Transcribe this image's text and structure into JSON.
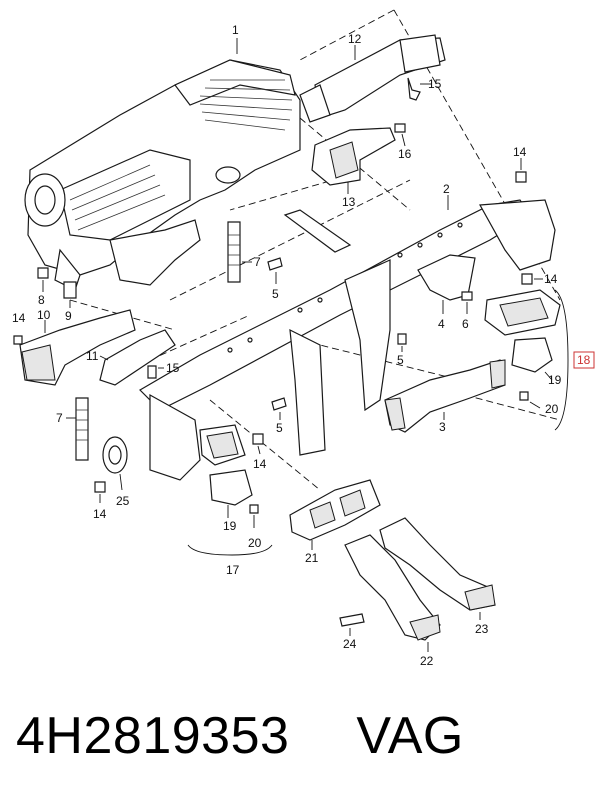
{
  "callouts": {
    "c1": "1",
    "c2": "2",
    "c3": "3",
    "c4": "4",
    "c5a": "5",
    "c5b": "5",
    "c5c": "5",
    "c6": "6",
    "c7a": "7",
    "c7b": "7",
    "c8": "8",
    "c9": "9",
    "c10": "10",
    "c11": "11",
    "c12": "12",
    "c13": "13",
    "c14a": "14",
    "c14b": "14",
    "c14c": "14",
    "c14d": "14",
    "c14e": "14",
    "c15a": "15",
    "c15b": "15",
    "c16": "16",
    "c17": "17",
    "c18": "18",
    "c19a": "19",
    "c19b": "19",
    "c20a": "20",
    "c20b": "20",
    "c21": "21",
    "c22": "22",
    "c23": "23",
    "c24": "24",
    "c25": "25"
  },
  "highlight_color": "#cc3333",
  "footer": {
    "part_number": "4H2819353",
    "brand": "VAG"
  }
}
